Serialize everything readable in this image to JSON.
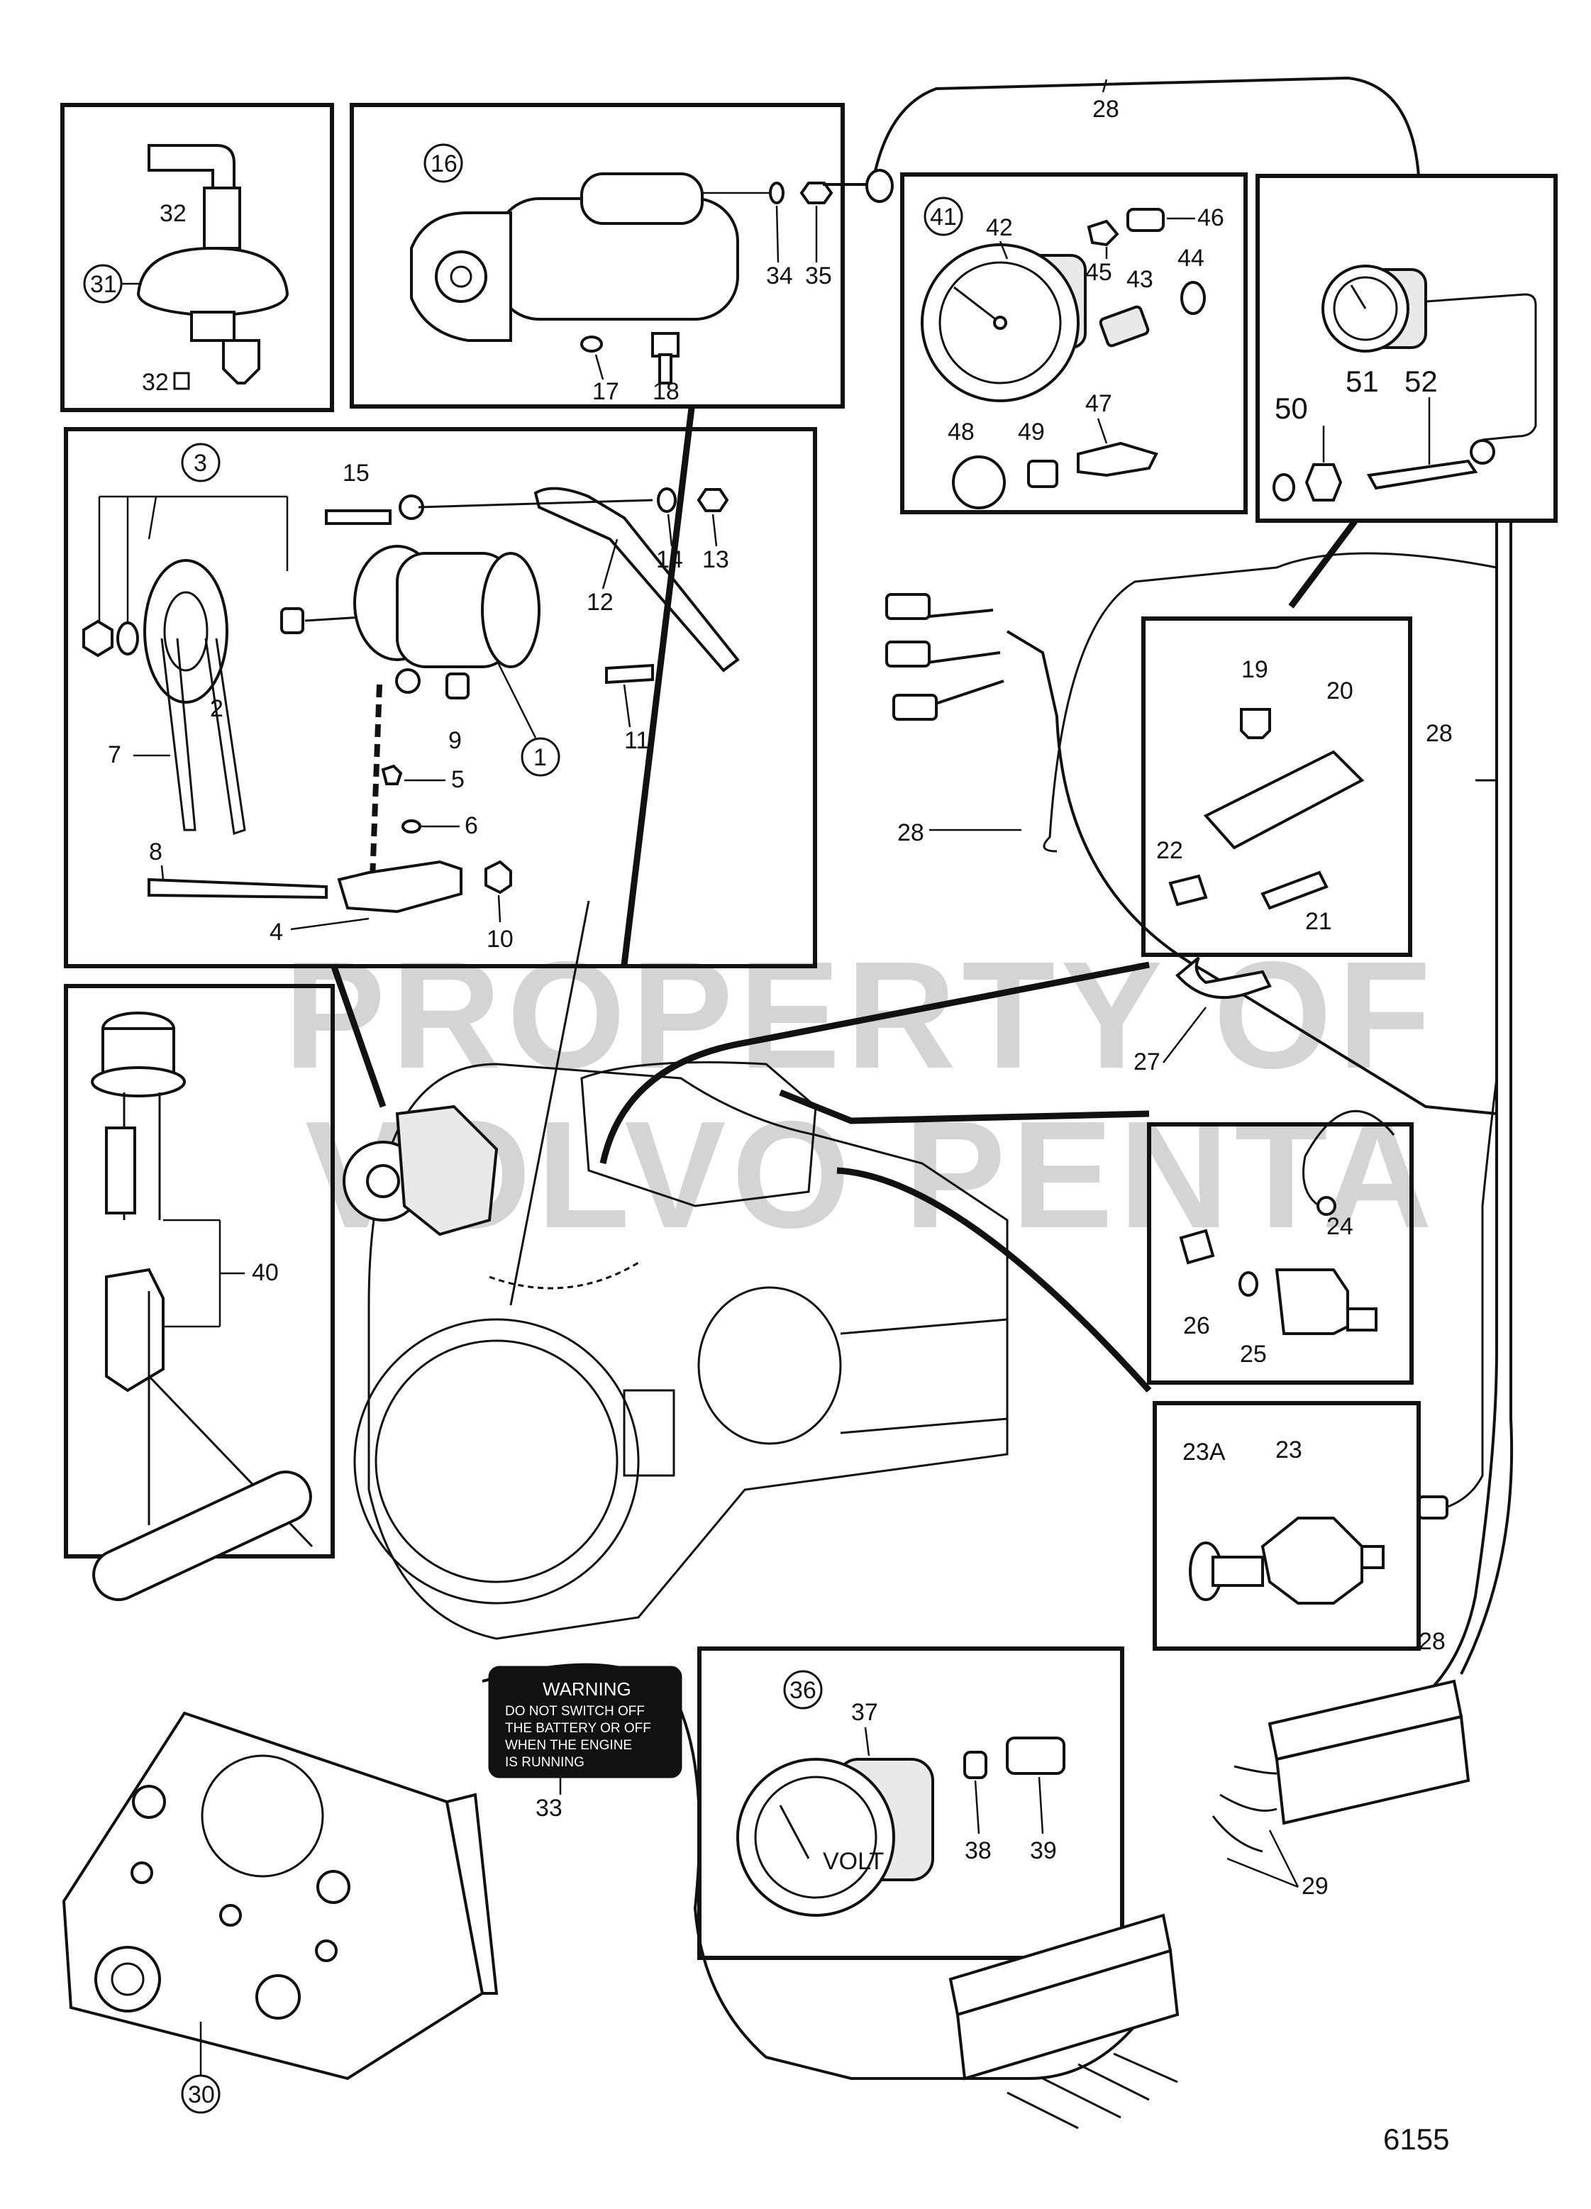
{
  "watermark": {
    "line1": "PROPERTY OF",
    "line2": "VOLVO PENTA"
  },
  "figure_number": "6155",
  "warning_plate": {
    "title": "WARNING",
    "lines": [
      "DO NOT SWITCH OFF",
      "THE BATTERY OR OFF",
      "WHEN THE ENGINE",
      "IS RUNNING"
    ]
  },
  "gauge_text": {
    "volt": "VOLT"
  },
  "callouts": {
    "c1": "1",
    "c2": "2",
    "c3": "3",
    "c4": "4",
    "c5": "5",
    "c6": "6",
    "c7": "7",
    "c8": "8",
    "c9": "9",
    "c10": "10",
    "c11": "11",
    "c12": "12",
    "c13": "13",
    "c14": "14",
    "c15": "15",
    "c16": "16",
    "c17": "17",
    "c18": "18",
    "c19": "19",
    "c20": "20",
    "c21": "21",
    "c22": "22",
    "c23": "23",
    "c23a": "23A",
    "c24": "24",
    "c25": "25",
    "c26": "26",
    "c27": "27",
    "c28": "28",
    "c29": "29",
    "c30": "30",
    "c31": "31",
    "c32": "32",
    "c33": "33",
    "c34": "34",
    "c35": "35",
    "c36": "36",
    "c37": "37",
    "c38": "38",
    "c39": "39",
    "c40": "40",
    "c41": "41",
    "c42": "42",
    "c43": "43",
    "c44": "44",
    "c45": "45",
    "c46": "46",
    "c47": "47",
    "c48": "48",
    "c49": "49",
    "c50": "50",
    "c51": "51",
    "c52": "52"
  }
}
